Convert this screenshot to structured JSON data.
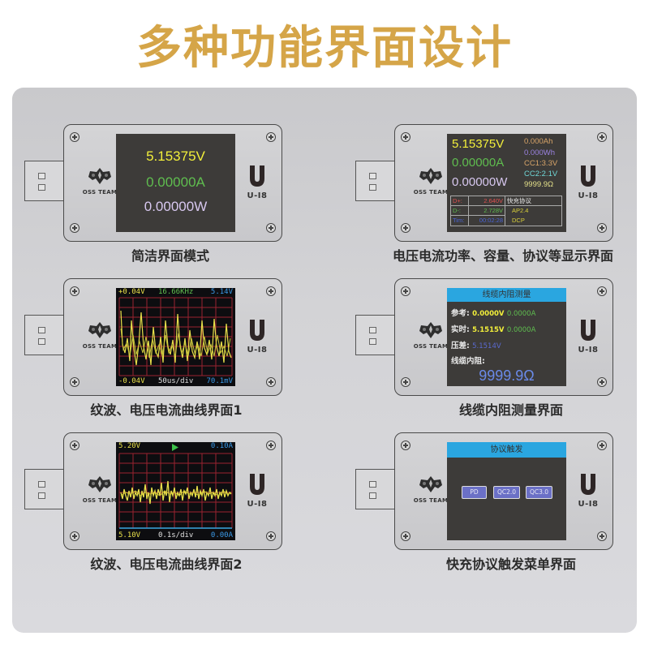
{
  "title": "多种功能界面设计",
  "colors": {
    "title_gold": "#d5a548",
    "panel_gray": "#d3d3d6",
    "screen_bg": "#3d3b39",
    "voltage_yellow": "#f2ef3a",
    "current_green": "#5fbd4f",
    "power_lavender": "#d8c8f0",
    "header_blue": "#2aa6e0",
    "button_purple": "#6b70c6"
  },
  "device": {
    "logo_text": "OSS TEAM",
    "model": "U-I8"
  },
  "panels": [
    {
      "id": "simple",
      "label": "简洁界面模式",
      "screen": {
        "voltage": "5.15375V",
        "current": "0.00000A",
        "power": "0.00000W"
      }
    },
    {
      "id": "full",
      "label": "电压电流功率、容量、协议等显示界面",
      "screen": {
        "voltage": "5.15375V",
        "current": "0.00000A",
        "power": "0.00000W",
        "capacity_ah": "0.000Ah",
        "energy_wh": "0.000Wh",
        "cc1": "CC1:3.3V",
        "cc2": "CC2:2.1V",
        "resistance": "9999.9Ω",
        "dplus_label": "D+:",
        "dplus_value": "2.640V",
        "dminus_label": "D-:",
        "dminus_value": "2.728V",
        "time_label": "Tim:",
        "time_value": "00:02:28",
        "protocol_header": "快充协议",
        "protocol_1": "AP2.4",
        "protocol_2": "DCP"
      }
    },
    {
      "id": "ripple1",
      "label": "纹波、电压电流曲线界面1",
      "screen": {
        "top_left": "+0.04V",
        "top_center": "16.66KHz",
        "top_right": "5.14V",
        "bottom_left": "-0.04V",
        "bottom_center": "50us/div",
        "bottom_right": "70.1mV"
      }
    },
    {
      "id": "cable",
      "label": "线缆内阻测量界面",
      "screen": {
        "header": "线缆内阻测量",
        "ref_label": "参考:",
        "ref_v": "0.0000V",
        "ref_a": "0.0000A",
        "live_label": "实时:",
        "live_v": "5.1515V",
        "live_a": "0.0000A",
        "diff_label": "压差:",
        "diff_v": "5.1514V",
        "res_label": "线缆内阻:",
        "res_value": "9999.9Ω"
      }
    },
    {
      "id": "ripple2",
      "label": "纹波、电压电流曲线界面2",
      "screen": {
        "top_left": "5.20V",
        "top_right": "0.10A",
        "bottom_left": "5.10V",
        "bottom_center": "0.1s/div",
        "bottom_right": "0.00A",
        "play_icon": "play-icon"
      }
    },
    {
      "id": "protocol",
      "label": "快充协议触发菜单界面",
      "screen": {
        "header": "协议触发",
        "buttons": [
          "PD",
          "QC2.0",
          "QC3.0"
        ]
      }
    }
  ]
}
